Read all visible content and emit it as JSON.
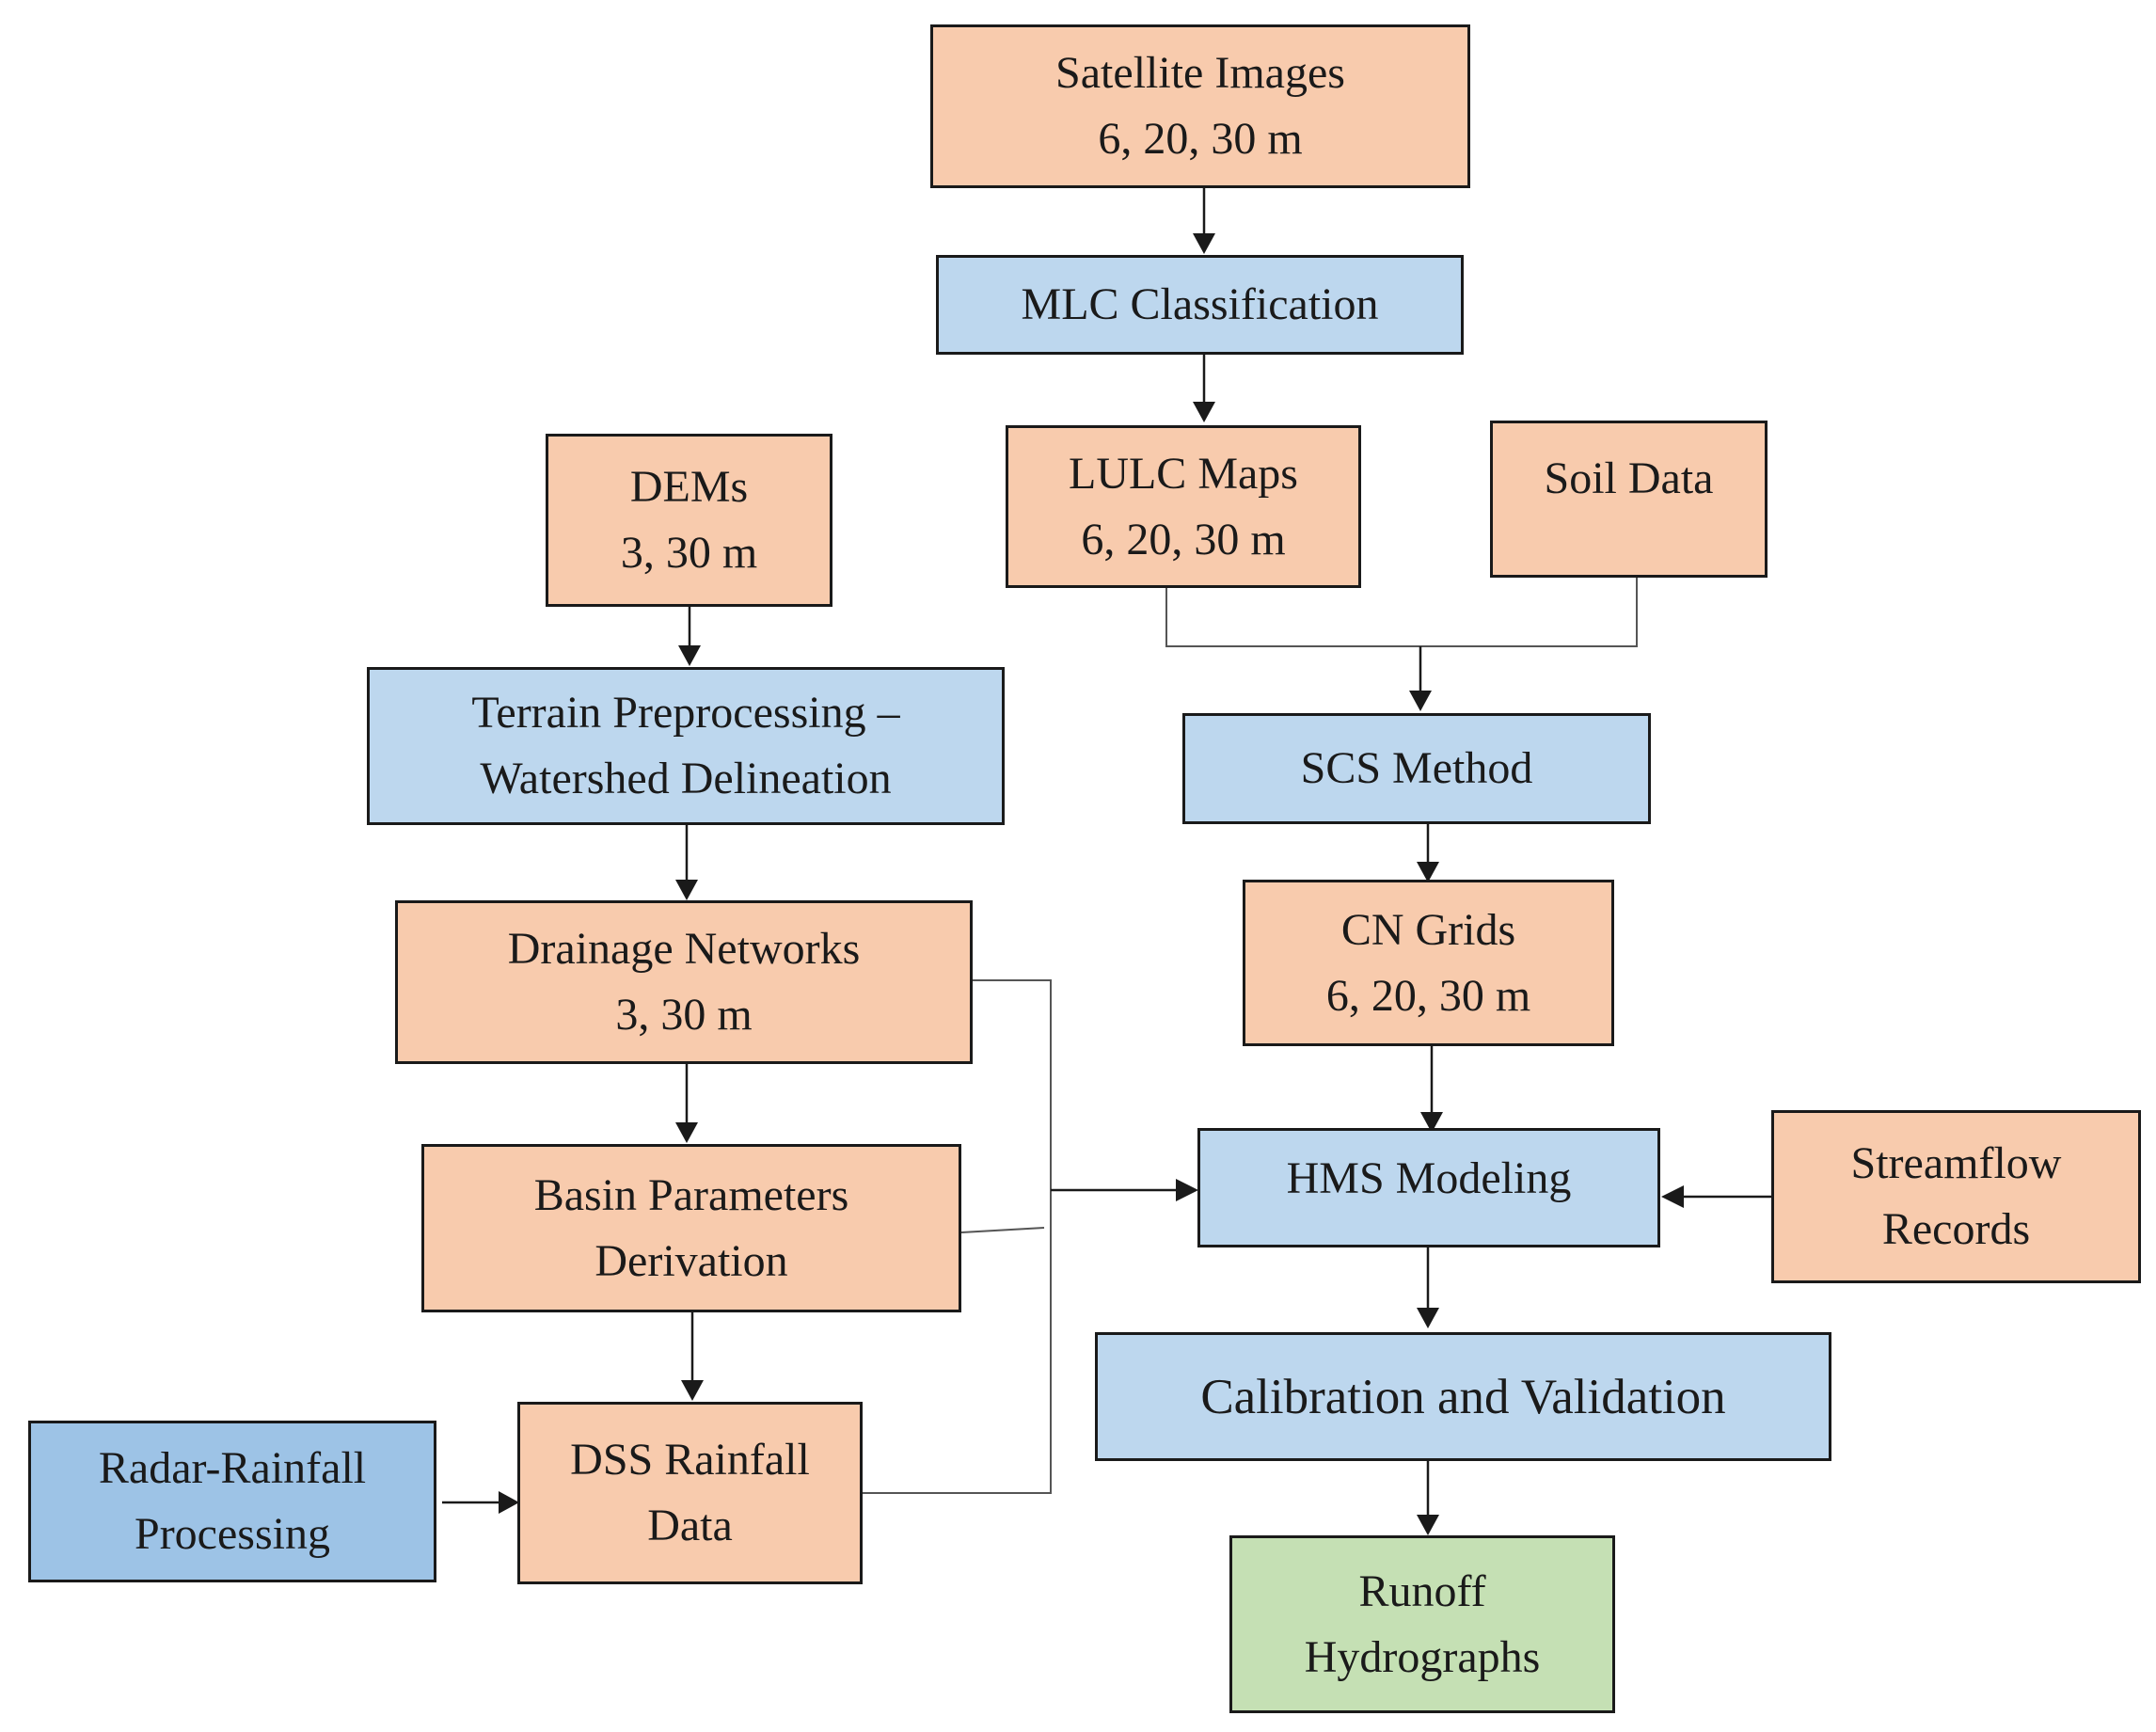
{
  "colors": {
    "data_box": "#f8cbad",
    "process_box": "#bdd7ee",
    "radar_box": "#9dc3e6",
    "output_box": "#c5e0b4",
    "border": "#1a1a1a"
  },
  "nodes": {
    "satellite_images": {
      "line1": "Satellite Images",
      "line2": "6, 20, 30 m"
    },
    "mlc_classification": {
      "line1": "MLC Classification"
    },
    "lulc_maps": {
      "line1": "LULC Maps",
      "line2": "6, 20, 30 m"
    },
    "soil_data": {
      "line1": "Soil Data"
    },
    "dems": {
      "line1": "DEMs",
      "line2": "3, 30 m"
    },
    "terrain_preprocessing": {
      "line1": "Terrain Preprocessing –",
      "line2": "Watershed Delineation"
    },
    "scs_method": {
      "line1": "SCS Method"
    },
    "drainage_networks": {
      "line1": "Drainage Networks",
      "line2": "3, 30 m"
    },
    "cn_grids": {
      "line1": "CN Grids",
      "line2": "6, 20, 30 m"
    },
    "basin_parameters": {
      "line1": "Basin Parameters",
      "line2": "Derivation"
    },
    "hms_modeling": {
      "line1": "HMS Modeling"
    },
    "streamflow_records": {
      "line1": "Streamflow",
      "line2": "Records"
    },
    "calibration_validation": {
      "line1": "Calibration and Validation"
    },
    "radar_rainfall": {
      "line1": "Radar-Rainfall",
      "line2": "Processing"
    },
    "dss_rainfall": {
      "line1": "DSS Rainfall",
      "line2": "Data"
    },
    "runoff_hydrographs": {
      "line1": "Runoff",
      "line2": "Hydrographs"
    }
  }
}
